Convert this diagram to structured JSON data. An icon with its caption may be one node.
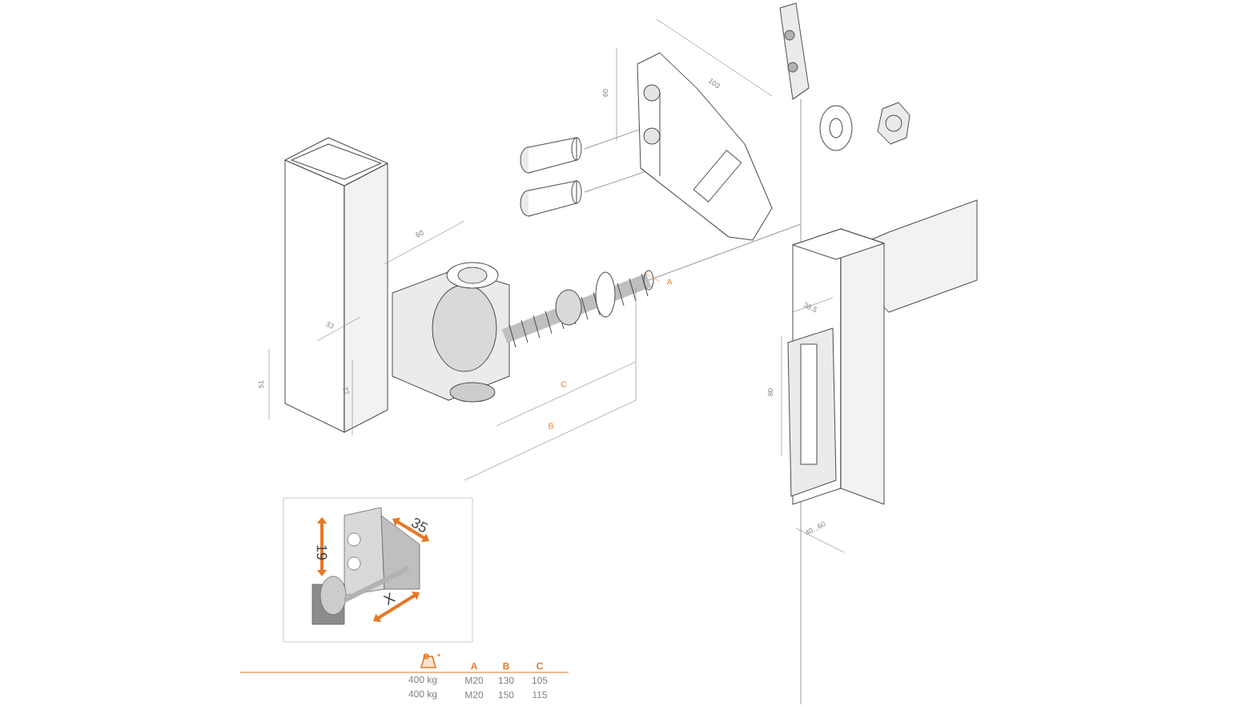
{
  "diagram": {
    "labels": [
      "60",
      "103",
      "60",
      "33",
      "51",
      "72",
      "A",
      "C",
      "B",
      "38.5",
      "80",
      "40...60",
      "19",
      "35",
      "X",
      "*",
      "A",
      "B",
      "C",
      "400 kg",
      "M20",
      "130",
      "105",
      "400 kg",
      "M20",
      "150",
      "115"
    ]
  }
}
